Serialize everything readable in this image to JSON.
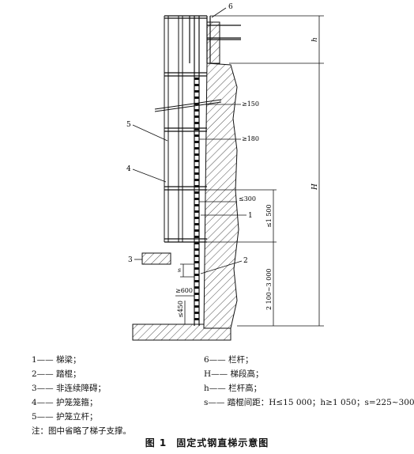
{
  "diagram": {
    "callouts": [
      "1",
      "2",
      "3",
      "4",
      "5",
      "6"
    ],
    "dims": {
      "ge150": "≥150",
      "ge180": "≥180",
      "le300": "≤300",
      "le1500": "≤1 500",
      "range": "2 100~3 000",
      "ge600": "≥600",
      "le450": "≤450",
      "s": "s",
      "h": "h",
      "H": "H"
    }
  },
  "legend": {
    "left": [
      "1—— 梯梁；",
      "2—— 踏棍；",
      "3—— 非连续障碍；",
      "4—— 护笼笼箍；",
      "5—— 护笼立杆；"
    ],
    "right": [
      "6—— 栏杆；",
      "H—— 梯段高；",
      "h—— 栏杆高；",
      "s—— 踏棍间距：H≤15 000；h≥1 050；s=225~300。"
    ],
    "note": "注：图中省略了梯子支撑。"
  },
  "caption": {
    "number": "图 1",
    "title": "固定式钢直梯示意图"
  }
}
